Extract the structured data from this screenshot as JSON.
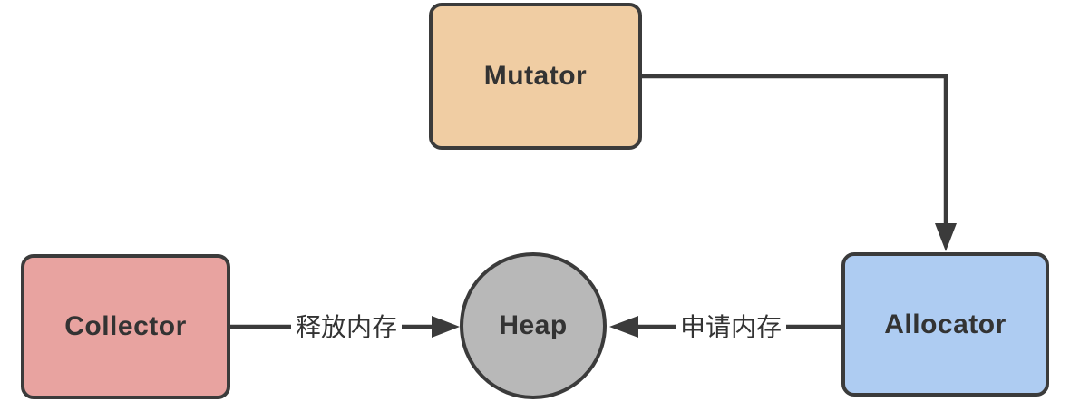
{
  "diagram": {
    "title": "memory-allocation-diagram",
    "colors": {
      "stroke": "#3b3b3b",
      "text": "#333333",
      "background": "#ffffff"
    },
    "nodes": {
      "mutator": {
        "label": "Mutator",
        "shape": "rectangle",
        "fill": "#f0cda3"
      },
      "collector": {
        "label": "Collector",
        "shape": "rectangle",
        "fill": "#e8a3a0"
      },
      "allocator": {
        "label": "Allocator",
        "shape": "rectangle",
        "fill": "#aeccf2"
      },
      "heap": {
        "label": "Heap",
        "shape": "circle",
        "fill": "#b8b8b8"
      }
    },
    "edges": {
      "collector_to_heap": {
        "from": "Collector",
        "to": "Heap",
        "label": "释放内存",
        "direction": "right"
      },
      "allocator_to_heap": {
        "from": "Allocator",
        "to": "Heap",
        "label": "申请内存",
        "direction": "left"
      },
      "mutator_to_allocator": {
        "from": "Mutator",
        "to": "Allocator",
        "label": "",
        "direction": "down"
      }
    }
  }
}
